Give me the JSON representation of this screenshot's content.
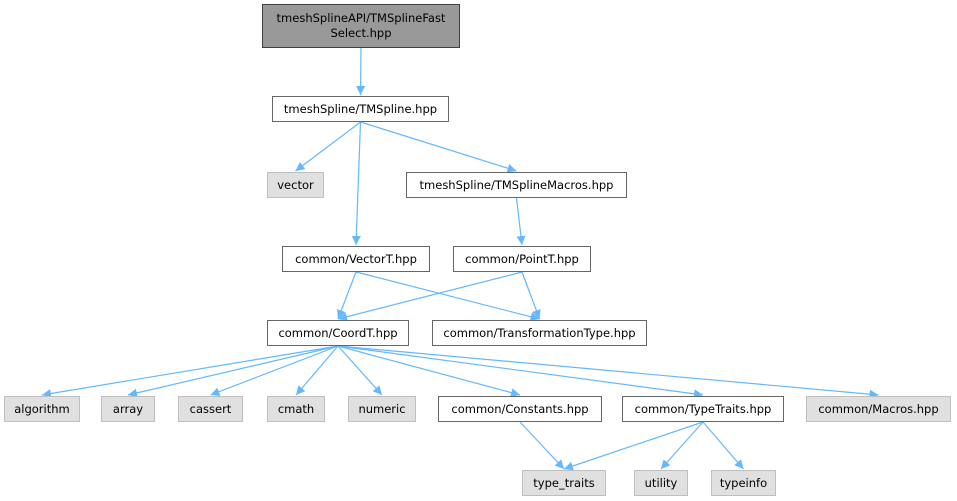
{
  "colors": {
    "edge": "#63b8ff",
    "root_fill": "#999999",
    "system_fill": "#e0e0e0",
    "node_border": "#666666"
  },
  "nodes": {
    "root": "tmeshSplineAPI/TMSplineFast\nSelect.hpp",
    "tmspline": "tmeshSpline/TMSpline.hpp",
    "vector": "vector",
    "macros_hpp": "tmeshSpline/TMSplineMacros.hpp",
    "vectort": "common/VectorT.hpp",
    "pointt": "common/PointT.hpp",
    "coordt": "common/CoordT.hpp",
    "transformation": "common/TransformationType.hpp",
    "algorithm": "algorithm",
    "array": "array",
    "cassert": "cassert",
    "cmath": "cmath",
    "numeric": "numeric",
    "constants": "common/Constants.hpp",
    "typetraits": "common/TypeTraits.hpp",
    "common_macros": "common/Macros.hpp",
    "type_traits": "type_traits",
    "utility": "utility",
    "typeinfo": "typeinfo"
  },
  "edges": [
    [
      "root",
      "tmspline"
    ],
    [
      "tmspline",
      "vector"
    ],
    [
      "tmspline",
      "macros_hpp"
    ],
    [
      "tmspline",
      "vectort"
    ],
    [
      "macros_hpp",
      "pointt"
    ],
    [
      "vectort",
      "coordt"
    ],
    [
      "vectort",
      "transformation"
    ],
    [
      "pointt",
      "coordt"
    ],
    [
      "pointt",
      "transformation"
    ],
    [
      "coordt",
      "algorithm"
    ],
    [
      "coordt",
      "array"
    ],
    [
      "coordt",
      "cassert"
    ],
    [
      "coordt",
      "cmath"
    ],
    [
      "coordt",
      "numeric"
    ],
    [
      "coordt",
      "constants"
    ],
    [
      "coordt",
      "typetraits"
    ],
    [
      "coordt",
      "common_macros"
    ],
    [
      "constants",
      "type_traits"
    ],
    [
      "typetraits",
      "type_traits"
    ],
    [
      "typetraits",
      "utility"
    ],
    [
      "typetraits",
      "typeinfo"
    ]
  ]
}
